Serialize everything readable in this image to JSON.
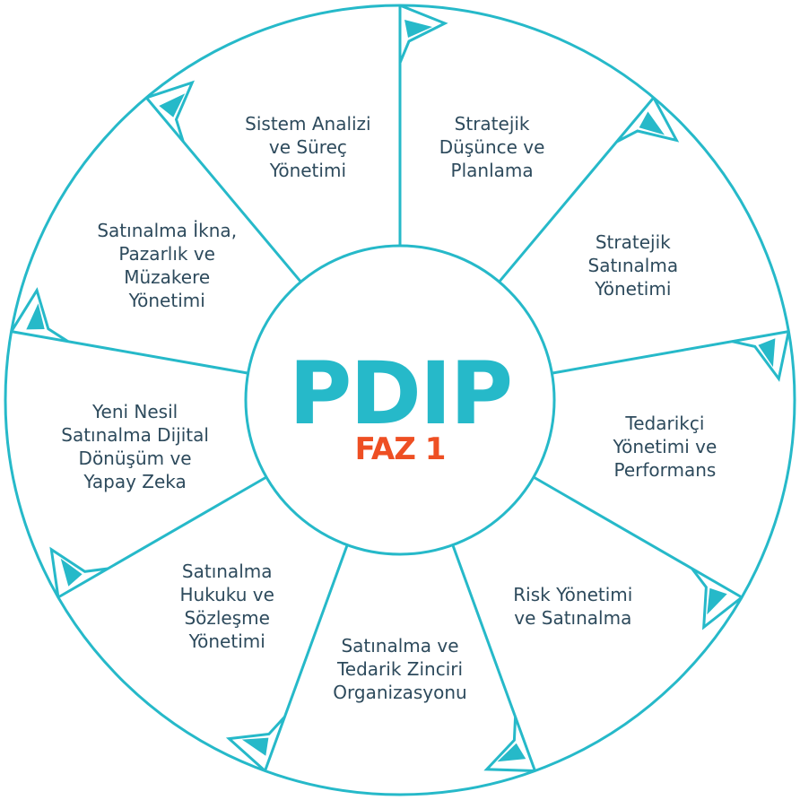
{
  "colors": {
    "accent": "#26b9c9",
    "text": "#2d4a5c",
    "highlight": "#ee4f23",
    "background": "#ffffff"
  },
  "center": {
    "title": "PDIP",
    "subtitle": "FAZ 1"
  },
  "segments": [
    {
      "lines": [
        "Stratejik",
        "Düşünce ve",
        "Planlama"
      ]
    },
    {
      "lines": [
        "Stratejik",
        "Satınalma",
        "Yönetimi"
      ]
    },
    {
      "lines": [
        "Tedarikçi",
        "Yönetimi ve",
        "Performans"
      ]
    },
    {
      "lines": [
        "Risk Yönetimi",
        "ve Satınalma"
      ]
    },
    {
      "lines": [
        "Satınalma ve",
        "Tedarik Zinciri",
        "Organizasyonu"
      ]
    },
    {
      "lines": [
        "Satınalma",
        "Hukuku ve",
        "Sözleşme",
        "Yönetimi"
      ]
    },
    {
      "lines": [
        "Yeni Nesil",
        "Satınalma Dijital",
        "Dönüşüm ve",
        "Yapay Zeka"
      ]
    },
    {
      "lines": [
        "Satınalma İkna,",
        "Pazarlık ve",
        "Müzakere",
        "Yönetimi"
      ]
    },
    {
      "lines": [
        "Sistem Analizi",
        "ve Süreç",
        "Yönetimi"
      ]
    }
  ]
}
